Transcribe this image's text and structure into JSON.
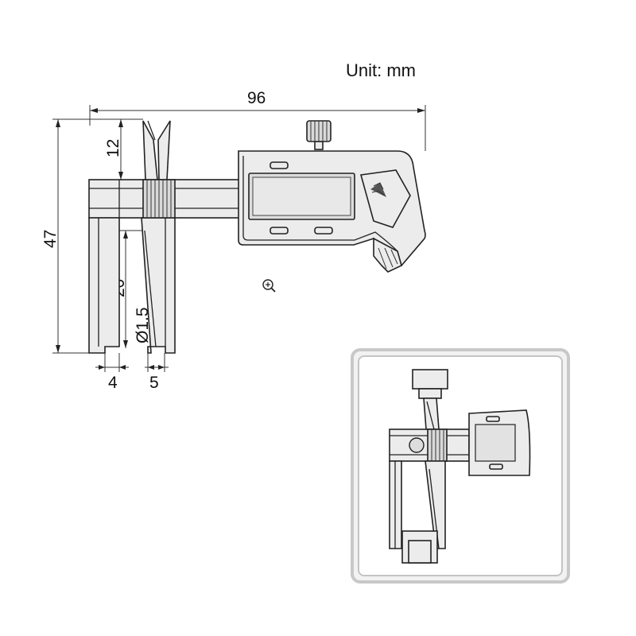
{
  "unit_label": "Unit: mm",
  "dimensions": {
    "overall_length": "96",
    "overall_height": "47",
    "upper_jaw_length": "12",
    "lower_jaw_length": "20",
    "tip_diameter": "Ø1.5",
    "left_tip_width": "4",
    "right_tip_width": "5"
  },
  "zoom_icon": "zoom-in-icon",
  "colors": {
    "outline": "#222222",
    "part_fill": "#ececec",
    "inset_border": "#c8c8c8"
  }
}
